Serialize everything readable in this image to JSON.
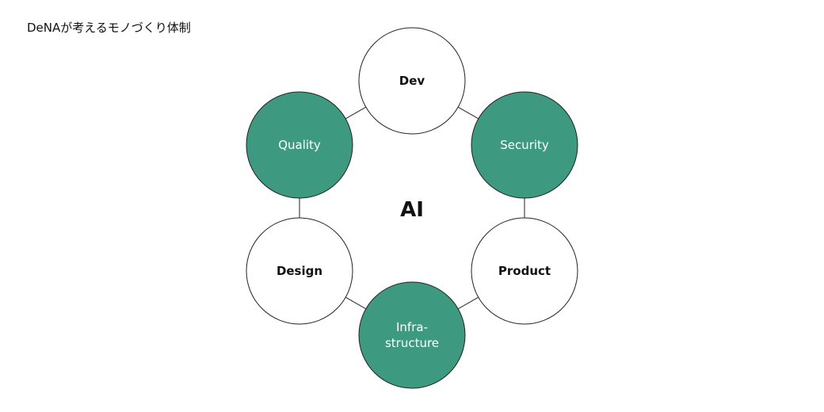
{
  "title": "DeNAが考えるモノづくり体制",
  "center": "AI",
  "colors": {
    "accent": "#3d9a80",
    "node_white": "#ffffff",
    "stroke": "#222222",
    "text_dark": "#111111",
    "text_light": "#ffffff"
  },
  "nodes": [
    {
      "id": "dev",
      "lines": [
        "Dev"
      ],
      "filled": false
    },
    {
      "id": "security",
      "lines": [
        "Security"
      ],
      "filled": true
    },
    {
      "id": "product",
      "lines": [
        "Product"
      ],
      "filled": false
    },
    {
      "id": "infrastructure",
      "lines": [
        "Infra-",
        "structure"
      ],
      "filled": true
    },
    {
      "id": "design",
      "lines": [
        "Design"
      ],
      "filled": false
    },
    {
      "id": "quality",
      "lines": [
        "Quality"
      ],
      "filled": true
    }
  ]
}
